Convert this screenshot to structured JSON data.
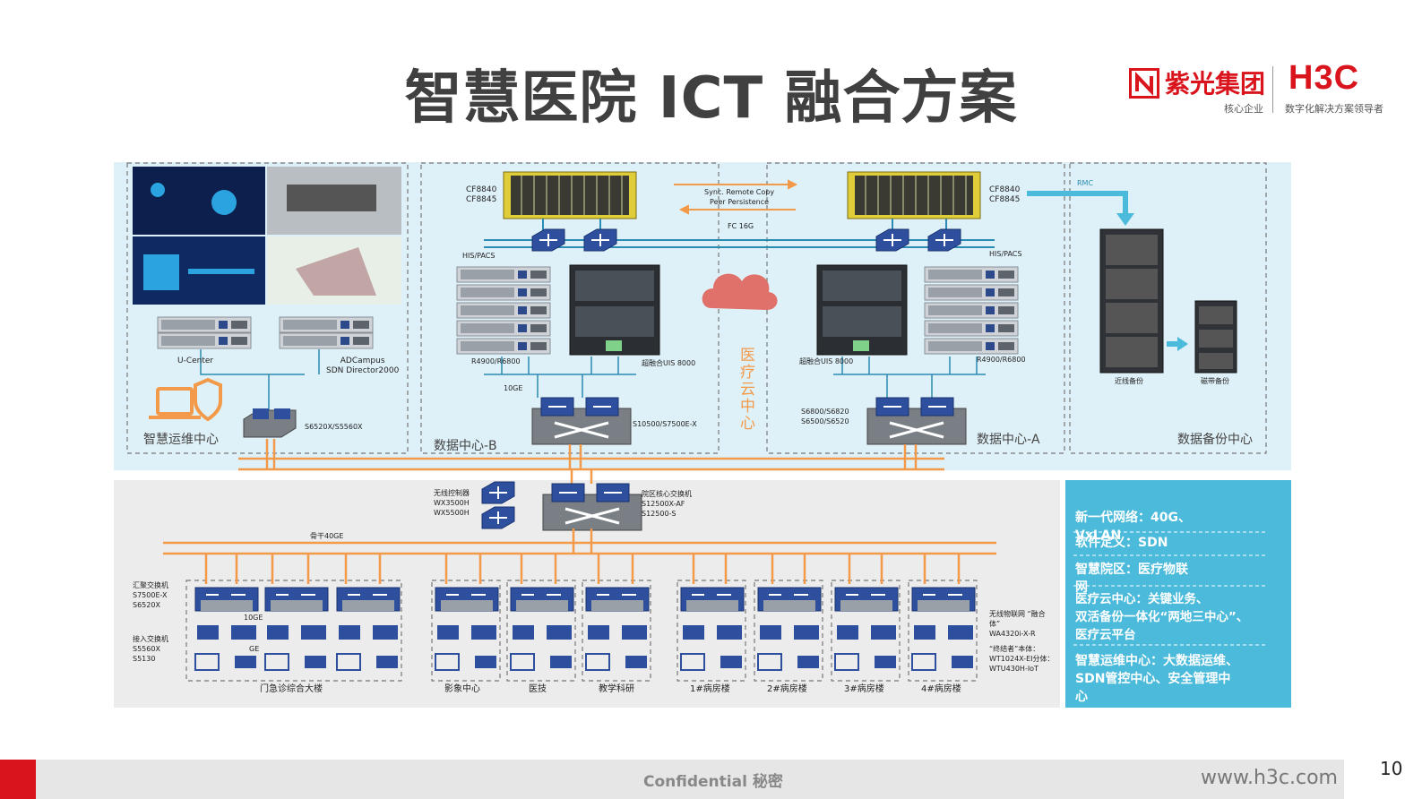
{
  "title": "智慧医院 ICT 融合方案",
  "logo": {
    "group_name": "紫光集团",
    "brand": "H3C",
    "group_tagline": "核心企业",
    "brand_tagline": "数字化解决方案领导者"
  },
  "zones": {
    "ops": "智慧运维中心",
    "dc_b": "数据中心-B",
    "cloud": "医疗云中心",
    "dc_a": "数据中心-A",
    "backup": "数据备份中心"
  },
  "labels": {
    "ucenter": "U-Center",
    "adcampus": "ADCampus\nSDN Director2000",
    "ops_switch": "S6520X/S5560X",
    "cf_left": "CF8840\nCF8845",
    "cf_right": "CF8840\nCF8845",
    "sync": "Sync. Remote Copy\nPeer Persistence",
    "fc": "FC 16G",
    "his_left": "HIS/PACS",
    "his_right": "HIS/PACS",
    "r4900_left": "R4900/R6800",
    "r4900_right": "R4900/R6800",
    "uis_left": "超融合UIS 8000",
    "uis_right": "超融合UIS 8000",
    "tenge": "10GE",
    "dc_b_switch": "S10500/S7500E-X",
    "dc_a_switch": "S6800/S6820\nS6500/S6520",
    "rmc": "RMC",
    "nearline": "近线备份",
    "tape": "磁带备份",
    "wlc": "无线控制器\nWX3500H\nWX5500H",
    "core": "院区核心交换机\nS12500X-AF\nS12500-S",
    "backbone": "骨干40GE",
    "agg": "汇聚交换机\nS7500E-X\nS6520X",
    "access": "接入交换机\nS5560X\nS5130",
    "agg_link": "10GE",
    "access_link": "GE",
    "iot": "无线物联网 “融合\n体”\nWA4320i-X-R",
    "endpoint": "“终结者”本体：\nWT1024X-EI分体：\nWTU430H-IoT"
  },
  "buildings": [
    "门急诊综合大楼",
    "影象中心",
    "医技",
    "教学科研",
    "1#病房楼",
    "2#病房楼",
    "3#病房楼",
    "4#病房楼"
  ],
  "info_panel": [
    "新一代网络：40G、\nVxLAN",
    "软件定义：SDN",
    "智慧院区：医疗物联\n网",
    "医疗云中心：关键业务、\n双活备份一体化“两地三中心”、\n医疗云平台",
    "智慧运维中心：大数据运维、\nSDN管控中心、安全管理中\n心"
  ],
  "footer": {
    "confidential": "Confidential 秘密",
    "url": "www.h3c.com",
    "page": "10"
  },
  "colors": {
    "brand_red": "#d9141d",
    "top_panel": "#dff1f8",
    "bottom_panel": "#ececec",
    "orange_link": "#f39a4a",
    "blue_link": "#2b8bb3",
    "info_bg": "#4bbadb",
    "cloud": "#e0706a"
  }
}
